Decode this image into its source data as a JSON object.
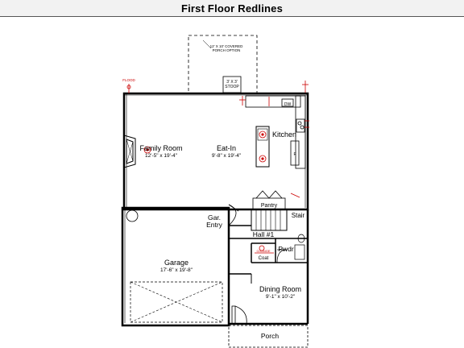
{
  "header": {
    "title": "First Floor Redlines"
  },
  "labels": {
    "porch_option": [
      "12' X 10' COVERED",
      "PORCH OPTION"
    ],
    "stoop": [
      "3' X 3'",
      "STOOP"
    ],
    "flood": "FLOOD",
    "dw": "DW",
    "kitchen": "Kitchen",
    "family_room": "Family Room",
    "family_room_dim": "12'-5\" x 19'-4\"",
    "eat_in": "Eat-In",
    "eat_in_dim": "9'-8\" x 19'-4\"",
    "pantry": "Pantry",
    "stair": "Stair",
    "gar_entry": [
      "Gar.",
      "Entry"
    ],
    "hall": "Hall #1",
    "pwdr": "Pwdr",
    "coat": "Coat",
    "coat_note": "CHANGE",
    "garage": "Garage",
    "garage_dim": "17'-6\" x 19'-8\"",
    "dining_room": "Dining Room",
    "dining_room_dim": "9'-1\" x 10'-2\"",
    "porch": "Porch",
    "fridge": "F"
  },
  "colors": {
    "wall": "#000000",
    "redline": "#cc0000",
    "background": "#ffffff"
  }
}
